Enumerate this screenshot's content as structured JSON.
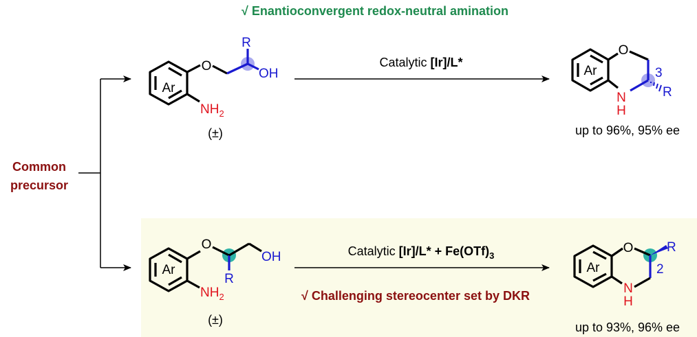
{
  "header": {
    "title": "√ Enantioconvergent redox-neutral amination"
  },
  "precursor": {
    "line1": "Common",
    "line2": "precursor"
  },
  "top": {
    "reactant": {
      "ring_label": "Ar",
      "o": "O",
      "r": "R",
      "oh": "OH",
      "nh": "NH",
      "nh_sub": "2",
      "racemic": "(±)"
    },
    "conditions": {
      "prefix": "Catalytic ",
      "catalyst": "[Ir]/L*"
    },
    "product": {
      "ring_label": "Ar",
      "o": "O",
      "n": "N",
      "h": "H",
      "r": "R",
      "locant": "3",
      "result": "up to 96%, 95% ee"
    }
  },
  "bottom": {
    "reactant": {
      "ring_label": "Ar",
      "o": "O",
      "r": "R",
      "oh": "OH",
      "nh": "NH",
      "nh_sub": "2",
      "racemic": "(±)"
    },
    "conditions": {
      "prefix": "Catalytic ",
      "catalyst": "[Ir]/L* + Fe(OTf)",
      "sub": "3"
    },
    "note": "√ Challenging stereocenter set by DKR",
    "product": {
      "ring_label": "Ar",
      "o": "O",
      "n": "N",
      "h": "H",
      "r": "R",
      "locant": "2",
      "result": "up to 93%, 96% ee"
    }
  },
  "colors": {
    "green": "#1e8a4e",
    "darkred": "#8b1010",
    "highlight_bg": "#fbfbe8",
    "lavender": "#a9a9ef",
    "teal": "#2fb3a6"
  }
}
